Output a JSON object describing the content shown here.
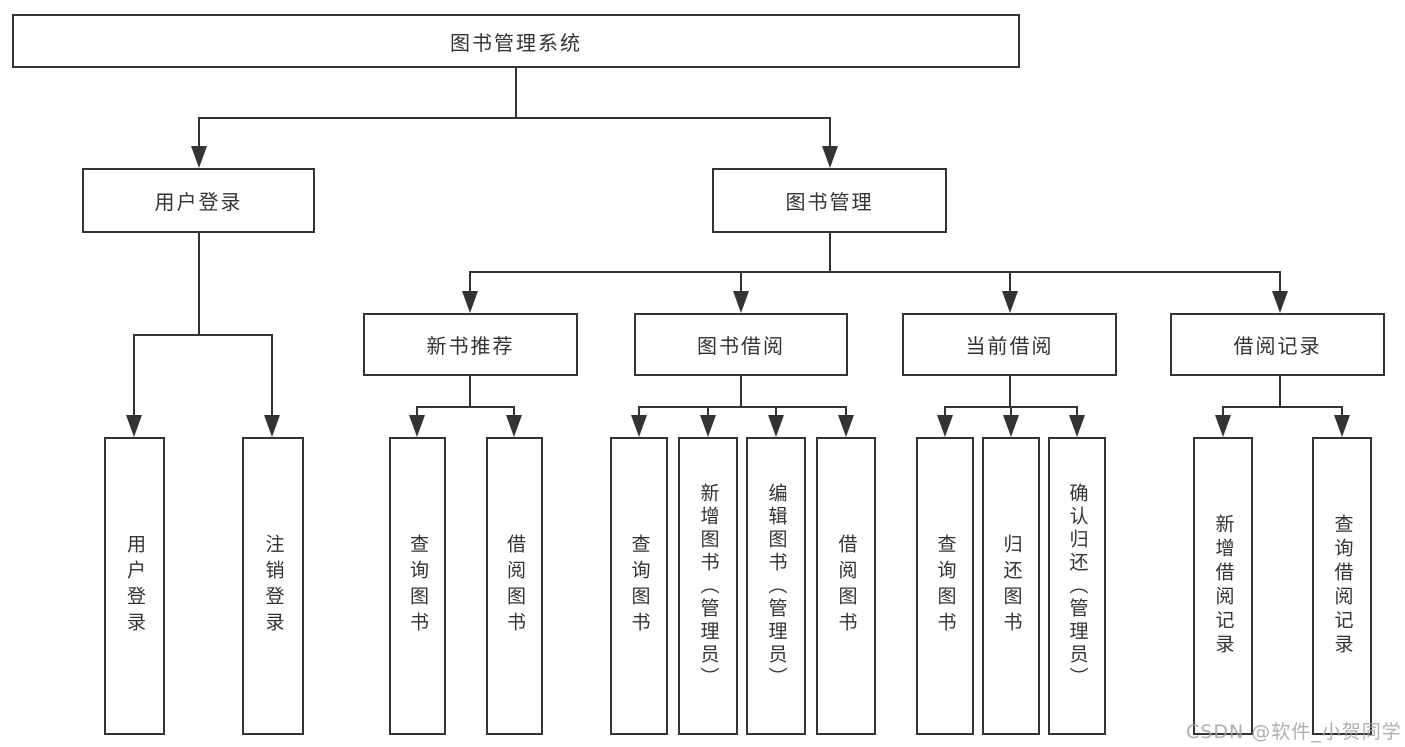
{
  "diagram": {
    "root": {
      "label": "图书管理系统"
    },
    "branches": {
      "user": {
        "label": "用户登录",
        "children": {
          "login": "用户登录",
          "logout": "注销登录"
        }
      },
      "books": {
        "label": "图书管理",
        "sections": {
          "new_book": {
            "label": "新书推荐",
            "children": {
              "query": "查询图书",
              "borrow": "借阅图书"
            }
          },
          "book_borrow": {
            "label": "图书借阅",
            "children": {
              "query": "查询图书",
              "add": "新增图书（管理员）",
              "edit": "编辑图书（管理员）",
              "borrow": "借阅图书"
            }
          },
          "current_borrow": {
            "label": "当前借阅",
            "children": {
              "query": "查询图书",
              "return": "归还图书",
              "confirm": "确认归还（管理员）"
            }
          },
          "borrow_record": {
            "label": "借阅记录",
            "children": {
              "add": "新增借阅记录",
              "query": "查询借阅记录"
            }
          }
        }
      }
    }
  },
  "watermark": {
    "text": "CSDN @软件_小贺同学"
  },
  "colors": {
    "line": "#333333",
    "text": "#333333",
    "box_background": "#ffffff",
    "watermark": "#a2a2a2",
    "page_background": "#ffffff"
  }
}
